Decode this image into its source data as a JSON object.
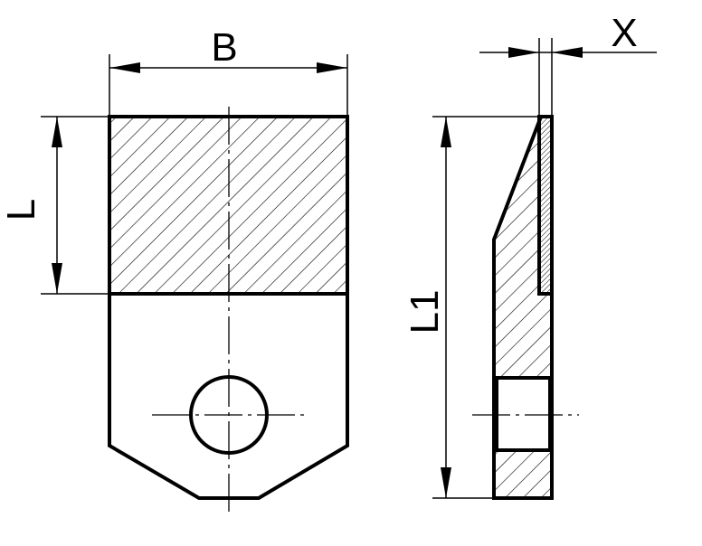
{
  "labels": {
    "width": "B",
    "hatched_length": "L",
    "total_length": "L1",
    "thickness": "X"
  }
}
